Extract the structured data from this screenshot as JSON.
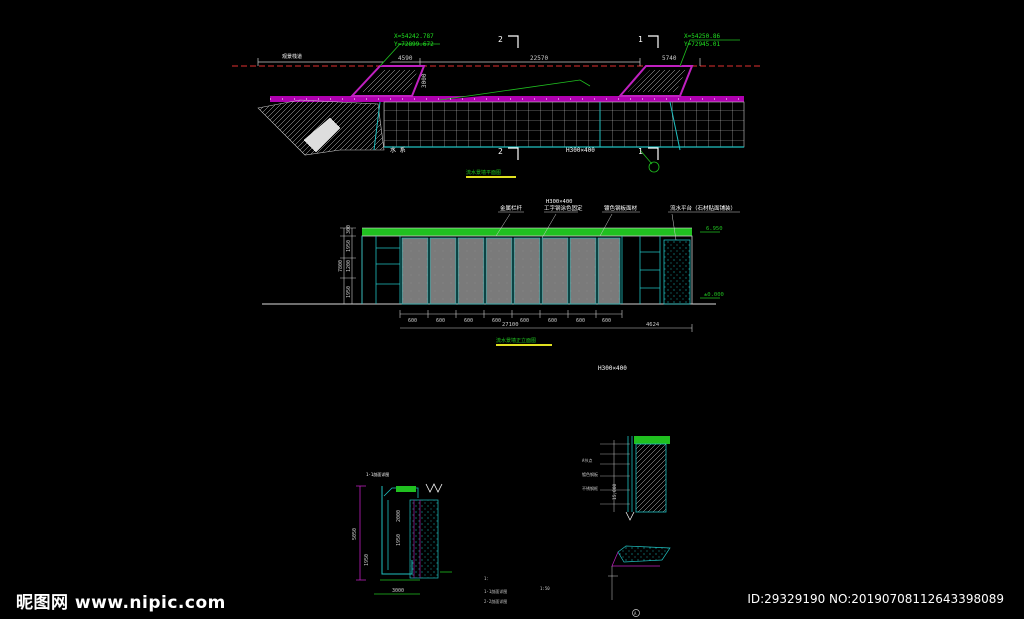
{
  "plan": {
    "coord_left_x": "X=54242.787",
    "coord_left_y": "Y=72899.672",
    "coord_right_x": "X=54250.86",
    "coord_right_y": "Y=72945.01",
    "dim_left": "4590",
    "dim_mid": "22570",
    "dim_right": "5740",
    "dim_height": "3000",
    "section_2": "2",
    "section_1": "1",
    "label_water": "水 系",
    "label_beam": "H300×400",
    "label_left_top": "观景栈道",
    "title": "流水景墙平面图"
  },
  "elevation": {
    "ann_1": "金属栏杆",
    "ann_2": "H300×400",
    "ann_2b": "工字钢涂色固定",
    "ann_3": "镀色钢板面材",
    "ann_4": "流水平台（石材贴面铺装）",
    "level_top": "6.950",
    "level_bottom": "±0.000",
    "dims_left": [
      "300",
      "1950",
      "1200",
      "1950"
    ],
    "dim_total_h": "7800",
    "bottom_dims": [
      "600",
      "600",
      "600",
      "600",
      "600",
      "600",
      "600",
      "600"
    ],
    "dim_total": "27100",
    "dim_right": "4624",
    "title": "流水景墙正立面图",
    "beam_note": "H300×400"
  },
  "detail_left": {
    "dims": [
      "5050",
      "2000",
      "1950",
      "1950"
    ],
    "bottom_dim": "3000",
    "notes": [
      "1：",
      "1-1剖面详图",
      "2-2剖面详图"
    ],
    "scale": "1:50"
  },
  "detail_right": {
    "notes": [
      "A节点",
      "镀色钢板",
      "不锈钢框"
    ],
    "dim": "15,000",
    "scale": "A"
  },
  "watermark": {
    "site": "昵图网 www.nipic.com",
    "id": "ID:29329190 NO:20190708112643398089"
  }
}
